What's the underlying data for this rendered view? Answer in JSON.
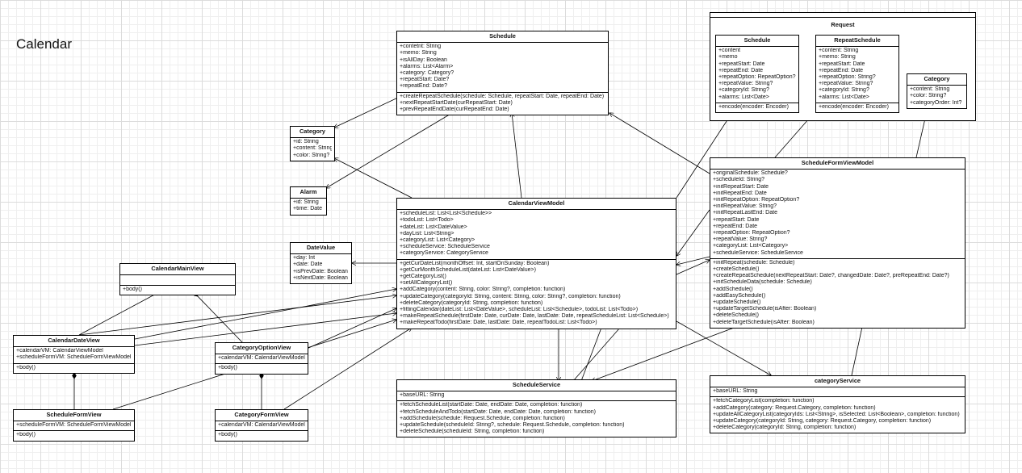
{
  "page": {
    "title": "Calendar"
  },
  "package": {
    "name": "Request"
  },
  "classes": {
    "schedule": {
      "name": "Schedule",
      "attrs": [
        "+contetnt: String",
        "+memo: String",
        "+isAllDay: Boolean",
        "+alarms: List<Alarm>",
        "+category: Category?",
        "+repeatStart: Date?",
        "+repeatEnd: Date?"
      ],
      "ops": [
        "+createRepeatSchedule(schedule: Schedule, repeatStart: Date, repeatEnd: Date)",
        "+nextRepeatStartDate(curRepeatStart: Date)",
        "+prevRepeatEndDate(curRepeatEnd: Date)"
      ]
    },
    "category": {
      "name": "Category",
      "attrs": [
        "+id: String",
        "+content: String",
        "+color: String?"
      ],
      "ops": []
    },
    "alarm": {
      "name": "Alarm",
      "attrs": [
        "+id: String",
        "+time: Date"
      ],
      "ops": []
    },
    "dateValue": {
      "name": "DateValue",
      "attrs": [
        "+day: Int",
        "+date: Date",
        "+isPrevDate: Boolean",
        "+isNextDate: Boolean"
      ],
      "ops": []
    },
    "calendarMainView": {
      "name": "CalendarMainView",
      "attrs": [],
      "ops": [
        "+body()"
      ]
    },
    "calendarDateView": {
      "name": "CalendarDateView",
      "attrs": [
        "+calendarVM: CalendarViewModel",
        "+scheduleFormVM: ScheduleFormViewModel"
      ],
      "ops": [
        "+body()"
      ]
    },
    "categoryOptionView": {
      "name": "CategoryOptionView",
      "attrs": [
        "+calendarVM: CalendarViewModel"
      ],
      "ops": [
        "+body()"
      ]
    },
    "scheduleFormView": {
      "name": "ScheduleFormView",
      "attrs": [
        "+scheduleFormVM: ScheduleFormViewModel"
      ],
      "ops": [
        "+body()"
      ]
    },
    "categoryFormView": {
      "name": "CategoryFormView",
      "attrs": [
        "+calendarVM: CalendarViewModel"
      ],
      "ops": [
        "+body()"
      ]
    },
    "calendarViewModel": {
      "name": "CalendarViewModel",
      "attrs": [
        "+scheduleList: List<List<Schedule>>",
        "+todoList: List<Todo>",
        "+dateList: List<DateValue>",
        "+dayList: List<String>",
        "+categoryList: List<Category>",
        "+scheduleService: ScheduleService",
        "+categoryService: CategoryService"
      ],
      "ops": [
        "+getCurDateList(monthOffset: Int, startOnSunday: Boolean)",
        "+getCurMonthScheduleList(dateList: List<DateValue>)",
        "+getCategoryList()",
        "+setAllCategoryList()",
        "+addCategory(content: String, color: String?, completion: function)",
        "+updateCategory(categoryId: String, content: String, color: String?, completion: function)",
        "+deleteCategory(categoryId: String, completion: function)",
        "+fittingCalendar(dateList: List<DateValue>, scheduleList: List<Schedule>, todoList: List<Todo>)",
        "+makeRepeatSchedule(firstDate: Date, curDate: Date, lastDate: Date, repeatScheduleList: List<Schedule>)",
        "+makeRepeatTodo(firstDate: Date, lastDate: Date, repeatTodoList: List<Todo>)"
      ]
    },
    "scheduleService": {
      "name": "ScheduleService",
      "attrs": [
        "+baseURL: String"
      ],
      "ops": [
        "+fetchScheduleList(startDate: Date, endDate: Date, completion: function)",
        "+fetchScheduleAndTodo(startDate: Date, endDate: Date, completion: function)",
        "+addSchedule(schedule: Request.Schedule, completion: function)",
        "+updateSchedule(scheduleId: String?, schedule: Request.Schedule, completion: function)",
        "+deleteSchedule(scheduleId: String, completion: function)"
      ]
    },
    "categoryService": {
      "name": "categoryService",
      "attrs": [
        "+baseURL: String"
      ],
      "ops": [
        "+fetchCategoryList(completion: function)",
        "+addCategory(category: Request.Category, completion: function)",
        "+updateAllCategoryList(categoryIds: List<String>, isSelected: List<Boolean>, completion: function)",
        "+updateCategory(categoryId: String, category: Request.Category, completion: function)",
        "+deleteCategory(categoryId: String, completion: function)"
      ]
    },
    "scheduleFormViewModel": {
      "name": "ScheduleFormViewModel",
      "attrs": [
        "+originalSchedule: Schedule?",
        "+scheduleId: String?",
        "+initRepeatStart: Date",
        "+initRepeatEnd: Date",
        "+initRepeatOption: RepeatOption?",
        "+initRepeatValue: String?",
        "+initRepeatLastEnd: Date",
        "+repeatStart: Date",
        "+repeatEnd: Date",
        "+repeatOption: RepeatOption?",
        "+repeatValue: String?",
        "+categoryList: List<Category>",
        "+scheduleService: ScheduleService"
      ],
      "ops": [
        "+initRepeat(schedule: Schedule)",
        "+createSchedule()",
        "+createRepeatSchedule(nextRepeatStart: Date?, changedDate: Date?, preRepeatEnd: Date?)",
        "+initScheduleData(schedule: Schedule)",
        "+addSchedule()",
        "+addEasySchedule()",
        "+updateSchedule()",
        "+updateTargetSchedule(isAfter: Boolean)",
        "+deleteSchedule()",
        "+deleteTargetSchedule(isAfter: Boolean)"
      ]
    },
    "reqSchedule": {
      "name": "Schedule",
      "attrs": [
        "+content",
        "+memo",
        "+repeatStart: Date",
        "+repeatEnd: Date",
        "+repeatOption: RepeatOption?",
        "+repeatValue: String?",
        "+categoryId: String?",
        "+alarms: List<Date>"
      ],
      "ops": [
        "+encode(encoder: Encoder)"
      ]
    },
    "reqRepeatSchedule": {
      "name": "RepeatSchedule",
      "attrs": [
        "+content: String",
        "+memo: String",
        "+repeatStart: Date",
        "+repeatEnd: Date",
        "+repeatOption: String?",
        "+repeatValue: String?",
        "+categoryId: String?",
        "+alarms: List<Date>"
      ],
      "ops": [
        "+encode(encoder: Encoder)"
      ]
    },
    "reqCategory": {
      "name": "Category",
      "attrs": [
        "+content: String",
        "+color: String?",
        "+categoryOrder: Int?"
      ],
      "ops": []
    }
  }
}
